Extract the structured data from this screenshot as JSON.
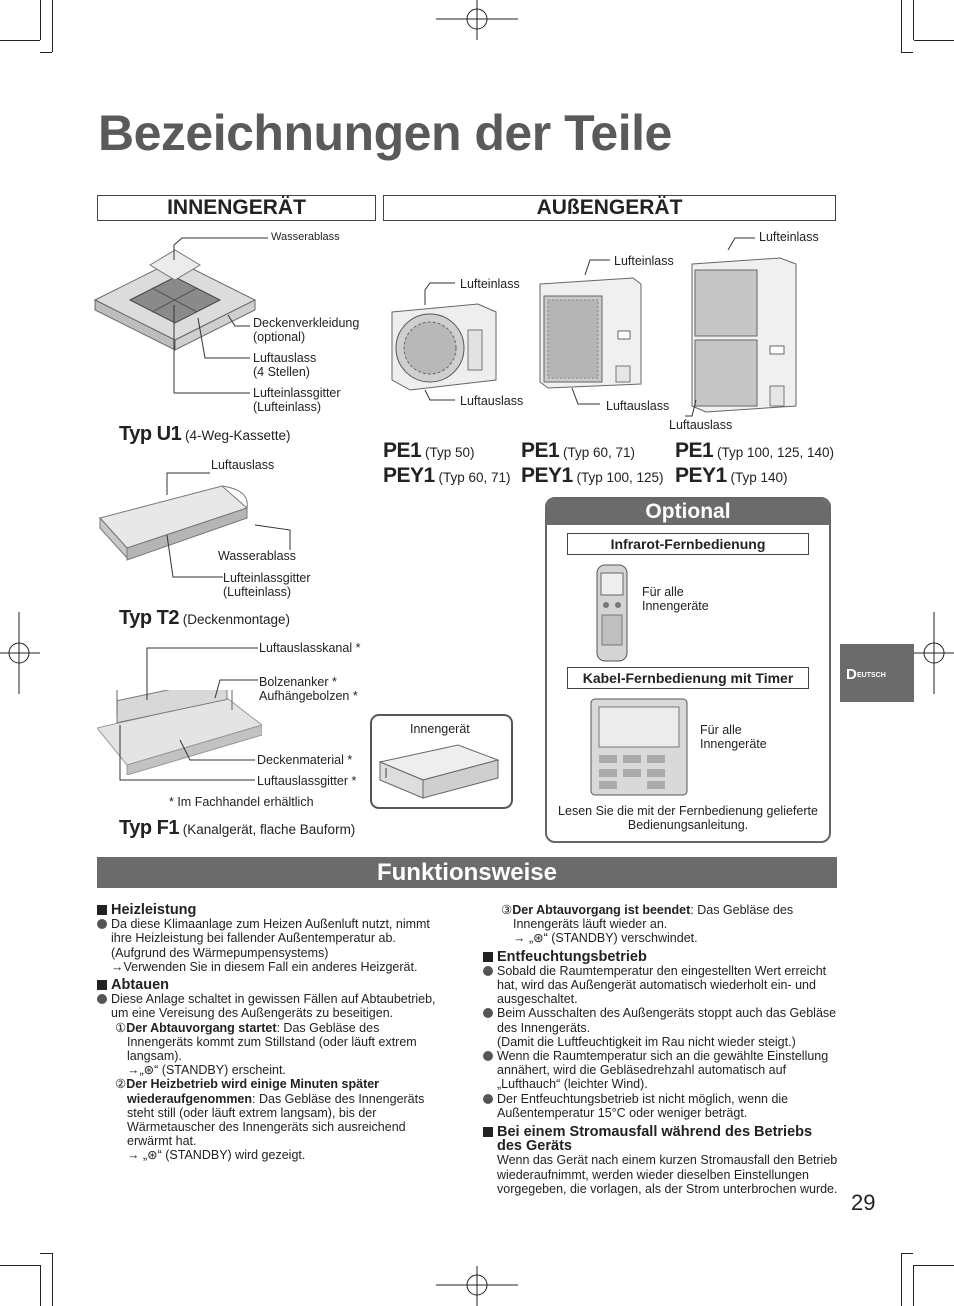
{
  "page_title": "Bezeichnungen der Teile",
  "innen": {
    "header": "INNENGERÄT",
    "u1_labels": [
      "Wasserablass",
      "Deckenverkleidung\n(optional)",
      "Luftauslass\n(4 Stellen)",
      "Lufteinlassgitter\n(Lufteinlass)"
    ],
    "u1_type_code": "Typ U1",
    "u1_type_desc": " (4-Weg-Kassette)",
    "t2_labels": [
      "Luftauslass",
      "Wasserablass",
      "Lufteinlassgitter\n(Lufteinlass)"
    ],
    "t2_type_code": "Typ T2",
    "t2_type_desc": " (Deckenmontage)",
    "f1_labels": [
      "Luftauslasskanal *",
      "Bolzenanker *\nAufhängebolzen *",
      "Deckenmaterial *",
      "Luftauslassgitter *"
    ],
    "f1_inset": "Innengerät",
    "f1_note": "* Im Fachhandel erhältlich",
    "f1_type_code": "Typ F1",
    "f1_type_desc": " (Kanalgerät, flache Bauform)"
  },
  "aussen": {
    "header": "AUßENGERÄT",
    "labels": [
      "Lufteinlass",
      "Luftauslass",
      "Lufteinlass",
      "Luftauslass",
      "Lufteinlass",
      "Luftauslass"
    ],
    "models": [
      {
        "c1": "PE1",
        "d1": " (Typ 50)",
        "c2": "PEY1",
        "d2": " (Typ 60, 71)"
      },
      {
        "c1": "PE1",
        "d1": " (Typ 60, 71)",
        "c2": "PEY1",
        "d2": " (Typ 100, 125)"
      },
      {
        "c1": "PE1",
        "d1": " (Typ 100, 125, 140)",
        "c2": "PEY1",
        "d2": " (Typ 140)"
      }
    ]
  },
  "optional": {
    "header": "Optional",
    "ir_title": "Infrarot-Fernbedienung",
    "ir_text": "Für alle\nInnengeräte",
    "wired_title": "Kabel-Fernbedienung mit Timer",
    "wired_text": "Für alle\nInnengeräte",
    "note": "Lesen Sie die mit der Fernbedienung gelieferte\nBedienungsanleitung."
  },
  "language_tab": {
    "D": "D",
    "rest": "EUTSCH"
  },
  "funktionsweise": {
    "header": "Funktionsweise",
    "heiz_title": "Heizleistung",
    "heiz_body": "Da diese Klimaanlage zum Heizen Außenluft nutzt, nimmt ihre Heizleistung bei fallender Außentemperatur ab.",
    "heiz_note1": "(Aufgrund des Wärmepumpensystems)",
    "heiz_note2": "→Verwenden Sie in diesem Fall ein anderes Heizgerät.",
    "abt_title": "Abtauen",
    "abt_body": "Diese Anlage schaltet in gewissen Fällen auf Abtaubetrieb, um eine Vereisung des Außengeräts zu beseitigen.",
    "abt1_num": "①",
    "abt1_bold": "Der Abtauvorgang startet",
    "abt1_text": ": Das Gebläse des Innengeräts kommt zum Stillstand (oder läuft extrem langsam).",
    "abt1_arrow": "→„",
    "abt1_after": "“ (STANDBY) erscheint.",
    "abt2_num": "②",
    "abt2_bold": "Der Heizbetrieb wird einige Minuten später wiederaufgenommen",
    "abt2_text": ": Das Gebläse des Innengeräts steht still (oder läuft extrem langsam), bis der Wärmetauscher des Innengeräts sich ausreichend erwärmt hat.",
    "abt2_arrow": "→ „",
    "abt2_after": "“ (STANDBY) wird gezeigt.",
    "abt3_num": "③",
    "abt3_bold": "Der Abtauvorgang ist beendet",
    "abt3_text": ": Das Gebläse des Innengeräts läuft wieder an.",
    "abt3_arrow": "→ „",
    "abt3_after": "“ (STANDBY) verschwindet.",
    "ent_title": "Entfeuchtungsbetrieb",
    "ent_items": [
      "Sobald die Raumtemperatur den eingestellten Wert erreicht hat, wird das Außengerät automatisch wiederholt ein- und ausgeschaltet.",
      "Beim Ausschalten des Außengeräts stoppt auch das Gebläse des Innengeräts.",
      "Wenn die Raumtemperatur sich an die gewählte Einstellung annähert, wird die Gebläsedrehzahl automatisch auf „Lufthauch“ (leichter Wind).",
      "Der Entfeuchtungsbetrieb ist nicht möglich, wenn die Außentemperatur 15°C oder weniger beträgt."
    ],
    "ent_note": "(Damit die Luftfeuchtigkeit im Rau nicht wieder steigt.)",
    "strom_title": "Bei einem Stromausfall während des Betriebs des Geräts",
    "strom_body": "Wenn das Gerät nach einem kurzen Stromausfall den Betrieb wiederaufnimmt, werden wieder dieselben Einstellungen vorgegeben, die vorlagen, als der Strom unterbrochen wurde."
  },
  "page_number": "29"
}
